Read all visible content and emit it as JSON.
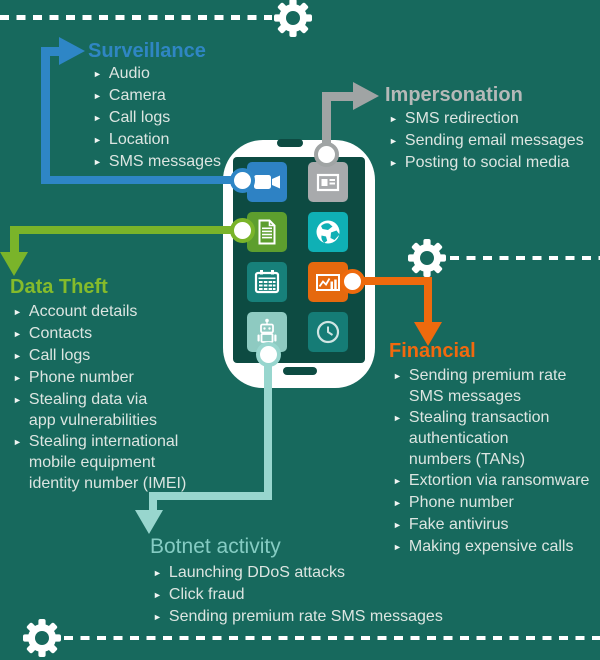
{
  "palette": {
    "background": "#17695d",
    "screen": "#0d4b42",
    "phone": "#ffffff",
    "text": "#dce5e1",
    "bullet_color": "#eff4f2",
    "surveillance": "#2e86c6",
    "surveillance_title": "#2f86c3",
    "impersonation": "#b5b9b8",
    "impersonation_line": "#a0a4a4",
    "data_theft": "#85bb2b",
    "data_theft_line": "#7ab42a",
    "financial": "#f1690e",
    "financial_line": "#ee6a0d",
    "botnet": "#85ccc3",
    "botnet_line": "#98d6ce",
    "tile_video": "#2e82c4",
    "tile_card": "#a8aaac",
    "tile_doc": "#5d9e2e",
    "tile_globe": "#0fb0b5",
    "tile_calendar": "#17807a",
    "tile_chart": "#e5690e",
    "tile_robot": "#8ecac1",
    "tile_clock": "#157c76"
  },
  "bullet": "►",
  "sections": {
    "surveillance": {
      "title": "Surveillance",
      "items": [
        "Audio",
        "Camera",
        "Call logs",
        "Location",
        "SMS messages"
      ]
    },
    "impersonation": {
      "title": "Impersonation",
      "items": [
        "SMS redirection",
        "Sending email messages",
        "Posting to social media"
      ]
    },
    "data_theft": {
      "title": "Data Theft",
      "items": [
        "Account details",
        "Contacts",
        "Call logs",
        "Phone number",
        "Stealing data via\napp vulnerabilities",
        "Stealing international\nmobile equipment\nidentity number (IMEI)"
      ]
    },
    "financial": {
      "title": "Financial",
      "items": [
        "Sending premium rate\nSMS messages",
        "Stealing transaction\nauthentication\nnumbers (TANs)",
        "Extortion via ransomware",
        "Phone number",
        "Fake antivirus",
        "Making expensive calls"
      ]
    },
    "botnet": {
      "title": "Botnet activity",
      "items": [
        "Launching DDoS attacks",
        "Click fraud",
        "Sending premium rate SMS messages"
      ]
    }
  },
  "phone": {
    "app_icons": [
      "video-camera",
      "contact-card",
      "document",
      "globe",
      "spreadsheet-calendar",
      "chart",
      "robot",
      "clock"
    ]
  }
}
